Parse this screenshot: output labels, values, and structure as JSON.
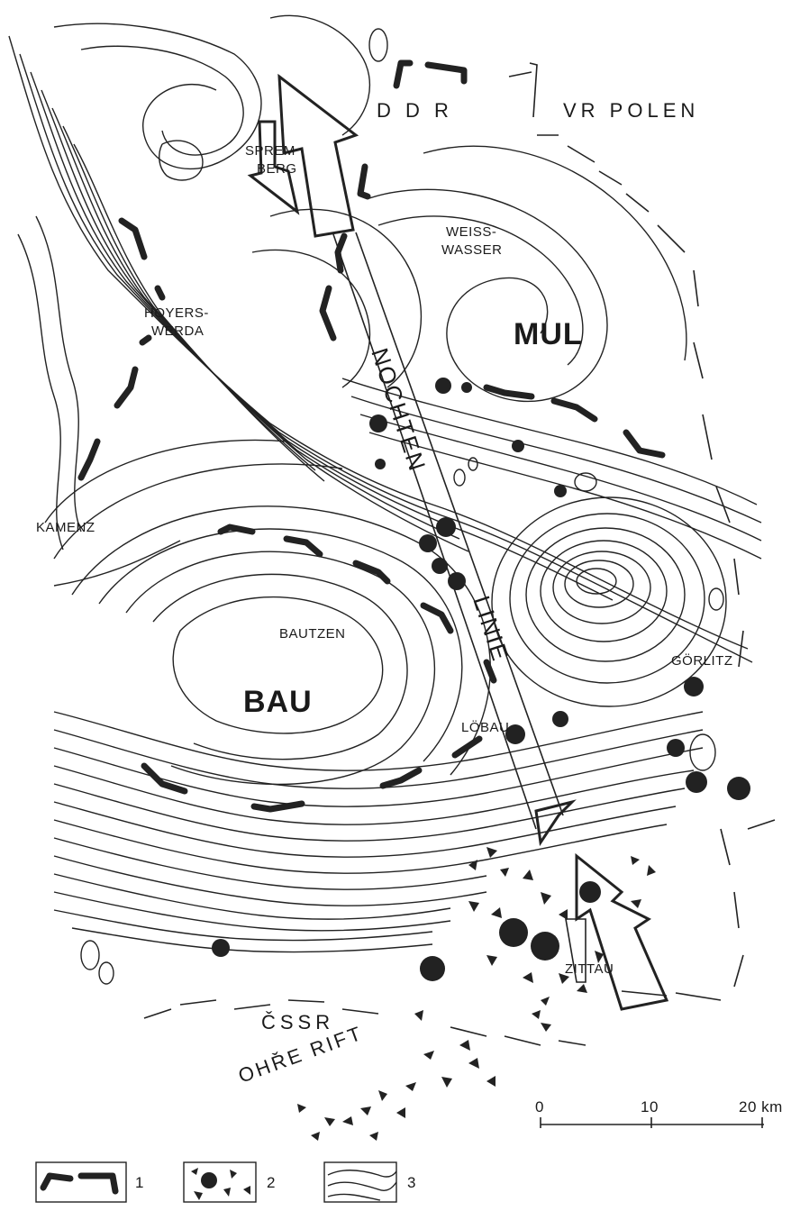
{
  "labels": {
    "ddr": "D D R",
    "vr_polen": "VR POLEN",
    "spremberg_1": "SPREM",
    "spremberg_2": "BERG",
    "weisswasser_1": "WEISS-",
    "weisswasser_2": "WASSER",
    "hoyerswerda_1": "HOYERS-",
    "hoyerswerda_2": "WERDA",
    "mul": "MUL",
    "kamenz": "KAMENZ",
    "bautzen": "BAUTZEN",
    "bau": "BAU",
    "goerlitz": "GÖRLITZ",
    "loebau": "LÖBAU",
    "zittau": "ZITTAU",
    "cssr": "ČSSR",
    "ohre_rift": "OHŘE RIFT",
    "nochten": "NOCHTEN",
    "linie": "LINIE"
  },
  "scale_bar": {
    "ticks": [
      "0",
      "10",
      "20 km"
    ]
  },
  "legend": {
    "items": [
      {
        "symbol": "fault-bracket",
        "label": "1"
      },
      {
        "symbol": "volcanic-cluster",
        "label": "2"
      },
      {
        "symbol": "contour-lines",
        "label": "3"
      }
    ]
  },
  "colors": {
    "ink": "#1a1a1a",
    "paper": "#ffffff"
  }
}
